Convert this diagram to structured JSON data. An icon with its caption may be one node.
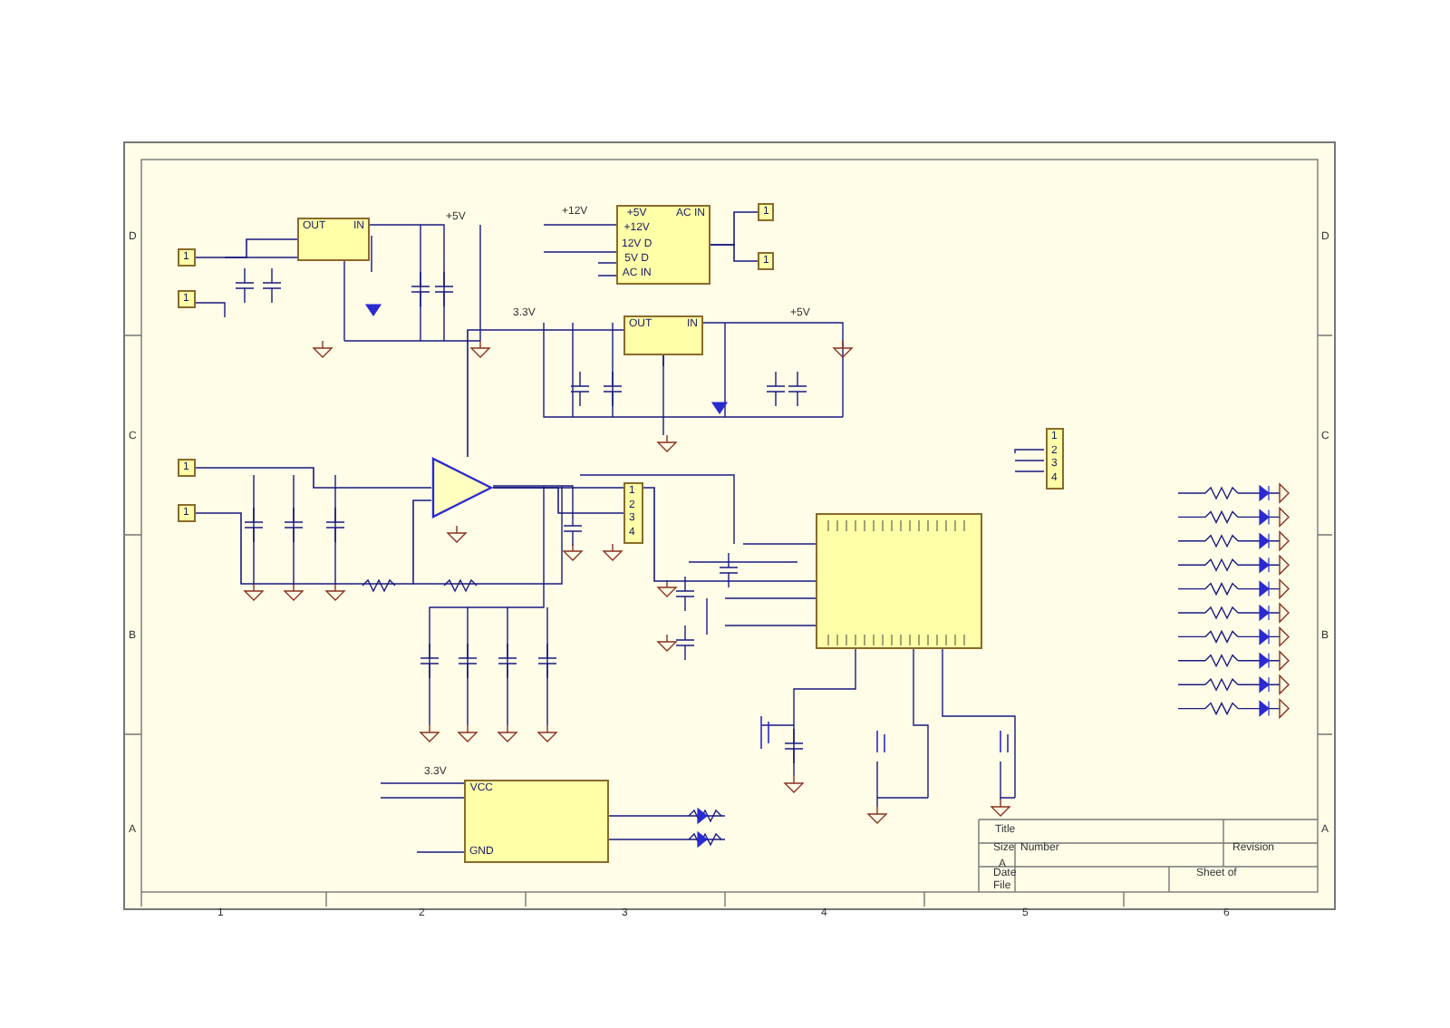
{
  "diagram": {
    "nodes": [
      {
        "text": [
          "1"
        ]
      },
      {
        "text": [
          "1"
        ]
      },
      {
        "text": [
          "OUT",
          "IN"
        ]
      },
      {
        "text": [
          "+5V",
          "+12V",
          "12V D",
          "5V D",
          "AC IN",
          "AC IN"
        ]
      },
      {
        "text": [
          "1"
        ]
      },
      {
        "text": [
          "1"
        ]
      },
      {
        "text": [
          "OUT",
          "IN"
        ]
      },
      {
        "text": [
          "1"
        ]
      },
      {
        "text": [
          "1"
        ]
      },
      {
        "text": [],
        "shape": "triangle"
      },
      {
        "text": [
          "1",
          "2",
          "3",
          "4"
        ]
      },
      {
        "text": [],
        "shape": "box"
      },
      {
        "text": [
          "1",
          "2",
          "3",
          "4"
        ]
      },
      {
        "text": [
          "VCC",
          "GND"
        ]
      }
    ],
    "edges": [
      {
        "from": 0,
        "to": 2,
        "arrow": "none"
      },
      {
        "from": 3,
        "to": 4,
        "arrow": "none"
      },
      {
        "from": 3,
        "to": 5,
        "arrow": "none"
      },
      {
        "from": 7,
        "to": 9,
        "arrow": "none"
      },
      {
        "from": 9,
        "to": 10,
        "arrow": "none"
      },
      {
        "from": 9,
        "to": 11,
        "arrow": "none"
      },
      {
        "from": 8,
        "to": 9,
        "arrow": "none"
      },
      {
        "from": 6,
        "to": 9,
        "arrow": "none"
      }
    ],
    "labels": [
      "+5V",
      "+12V",
      "3.3V",
      "+5V",
      "3.3V",
      "Title",
      "Size",
      "A",
      "Number",
      "Revision",
      "Date",
      "Sheet of",
      "File",
      "1",
      "2",
      "3",
      "4",
      "5",
      "6",
      "D",
      "C",
      "B",
      "A",
      "D",
      "C",
      "B",
      "A"
    ]
  }
}
